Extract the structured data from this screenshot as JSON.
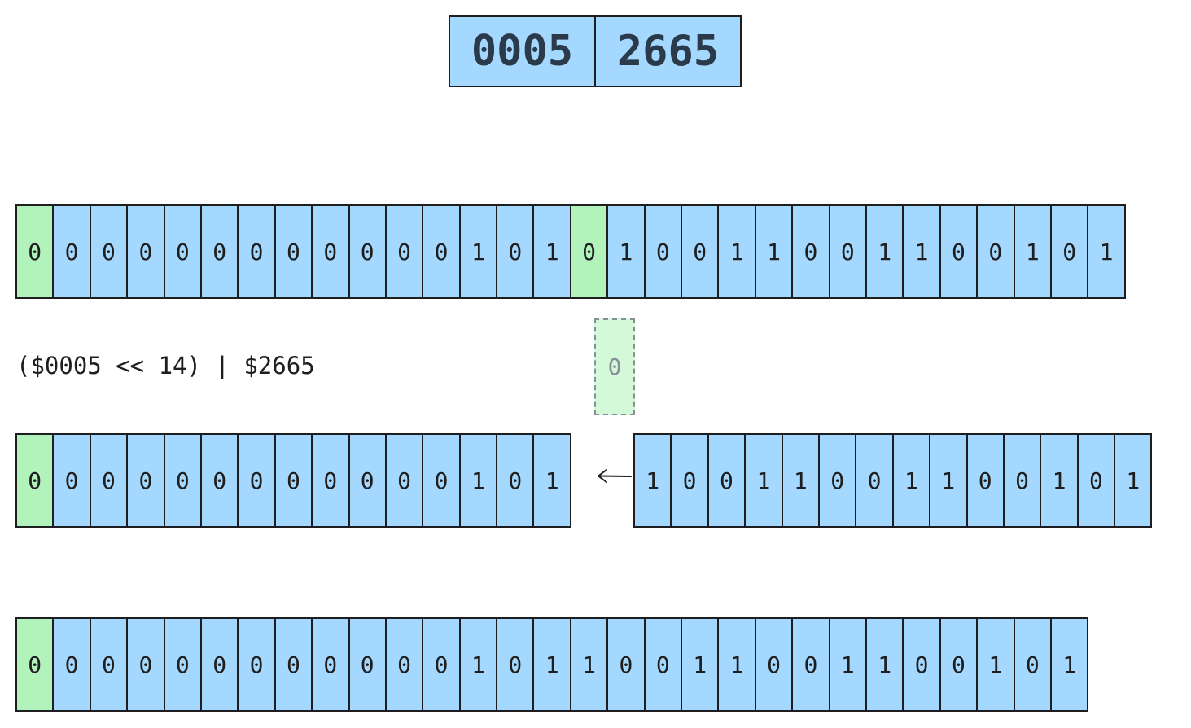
{
  "hex": [
    "0005",
    "2665"
  ],
  "expression": "($0005 << 14) | $2665",
  "carry_bit": "0",
  "rows": [
    {
      "bits": [
        "0",
        "0",
        "0",
        "0",
        "0",
        "0",
        "0",
        "0",
        "0",
        "0",
        "0",
        "0",
        "1",
        "0",
        "1",
        "0",
        "1",
        "0",
        "0",
        "1",
        "1",
        "0",
        "0",
        "1",
        "1",
        "0",
        "0",
        "1",
        "0",
        "1"
      ],
      "green": [
        0,
        15
      ]
    },
    {
      "bits": [
        "0",
        "0",
        "0",
        "0",
        "0",
        "0",
        "0",
        "0",
        "0",
        "0",
        "0",
        "0",
        "1",
        "0",
        "1"
      ],
      "green": [
        0
      ]
    },
    {
      "bits": [
        "1",
        "0",
        "0",
        "1",
        "1",
        "0",
        "0",
        "1",
        "1",
        "0",
        "0",
        "1",
        "0",
        "1"
      ],
      "green": []
    },
    {
      "bits": [
        "0",
        "0",
        "0",
        "0",
        "0",
        "0",
        "0",
        "0",
        "0",
        "0",
        "0",
        "0",
        "1",
        "0",
        "1",
        "1",
        "0",
        "0",
        "1",
        "1",
        "0",
        "0",
        "1",
        "1",
        "0",
        "0",
        "1",
        "0",
        "1"
      ],
      "green": [
        0
      ]
    }
  ],
  "colors": {
    "blue": "#a5d8ff",
    "green": "#b2f2bb",
    "carry": "#d3f9d8",
    "stroke": "#1e1e1e"
  }
}
